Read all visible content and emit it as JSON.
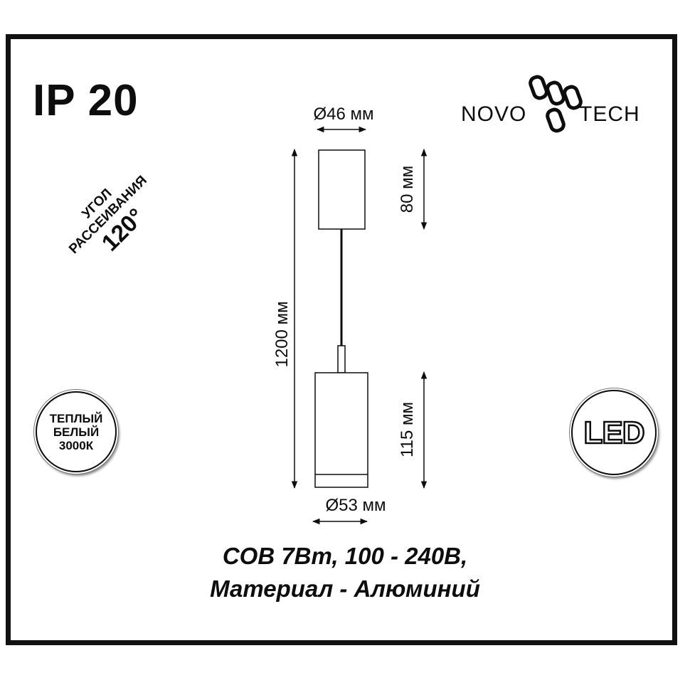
{
  "protection": "IP 20",
  "brand": {
    "name": "NOVOTECH",
    "prefix": "NOVO",
    "suffix": "TECH"
  },
  "beam_angle": {
    "line1": "УГОЛ",
    "line2": "РАССЕИВАНИЯ",
    "value": "120°"
  },
  "color_temp": {
    "line1": "ТЕПЛЫЙ",
    "line2": "БЕЛЫЙ",
    "line3": "3000К"
  },
  "led_label": "LED",
  "dimensions": {
    "top_diameter": "Ø46 мм",
    "top_height": "80 мм",
    "total_length": "1200 мм",
    "shade_height": "115 мм",
    "shade_diameter": "Ø53 мм"
  },
  "specs": {
    "line1": "COB 7Вт, 100 - 240В,",
    "line2": "Материал - Алюминий"
  },
  "colors": {
    "ink": "#0d0d0d",
    "background": "#ffffff"
  }
}
